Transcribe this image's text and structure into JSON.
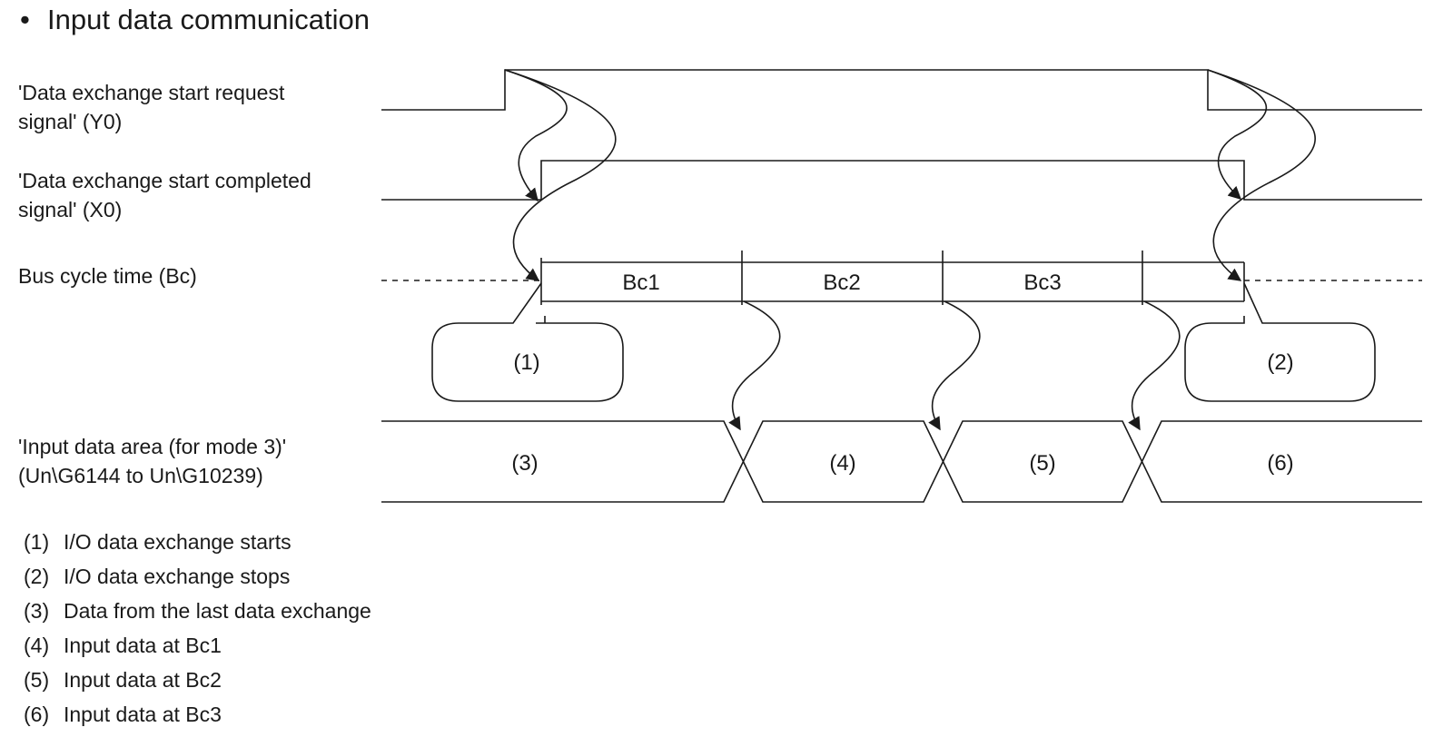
{
  "title": {
    "bullet": "•",
    "text": "Input data communication"
  },
  "signals": {
    "y0": {
      "line1": "'Data exchange start request",
      "line2": "signal' (Y0)"
    },
    "x0": {
      "line1": "'Data exchange start completed",
      "line2": "signal' (X0)"
    },
    "bus": {
      "line1": "Bus cycle time (Bc)"
    },
    "input_area": {
      "line1": "'Input data area (for mode 3)'",
      "line2": "(Un\\G6144 to Un\\G10239)"
    }
  },
  "bus_cycles": [
    "Bc1",
    "Bc2",
    "Bc3"
  ],
  "callouts": {
    "start": "(1)",
    "stop": "(2)"
  },
  "data_segments": [
    "(3)",
    "(4)",
    "(5)",
    "(6)"
  ],
  "legend": [
    {
      "num": "(1)",
      "text": "I/O data exchange starts"
    },
    {
      "num": "(2)",
      "text": "I/O data exchange stops"
    },
    {
      "num": "(3)",
      "text": "Data from the last data exchange"
    },
    {
      "num": "(4)",
      "text": "Input data at Bc1"
    },
    {
      "num": "(5)",
      "text": "Input data at Bc2"
    },
    {
      "num": "(6)",
      "text": "Input data at Bc3"
    }
  ]
}
